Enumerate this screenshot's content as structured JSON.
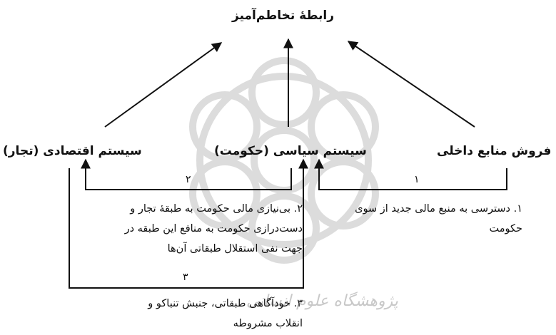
{
  "diagram": {
    "top_node": "رابطهٔ تخاطم‌آمیز",
    "nodes": {
      "economic": "سیستم اقتصادی (تجار)",
      "political": "سیستم سیاسی (حکومت)",
      "resources": "فروش منابع داخلی"
    },
    "links": {
      "n1": "۱",
      "n2": "۲",
      "n3": "۳"
    },
    "notes": {
      "note1": [
        "۱. دسترسی به منبع مالی جدید از سوی",
        "حکومت"
      ],
      "note2": [
        "۲. بی‌نیازی مالی حکومت به طبقهٔ تجار و",
        "دست‌درازی حکومت به منافع این طبقه در",
        "جهت نفی استقلال طبقاتی آن‌ها"
      ],
      "note3": [
        "۳. خودآگاهی طبقاتی، جنبش تنباکو و",
        "انقلاب مشروطه"
      ]
    },
    "watermark_text": "پژوهشگاه علوم انسانی"
  },
  "colors": {
    "line": "#111111",
    "watermark": "#d6d6d6"
  }
}
